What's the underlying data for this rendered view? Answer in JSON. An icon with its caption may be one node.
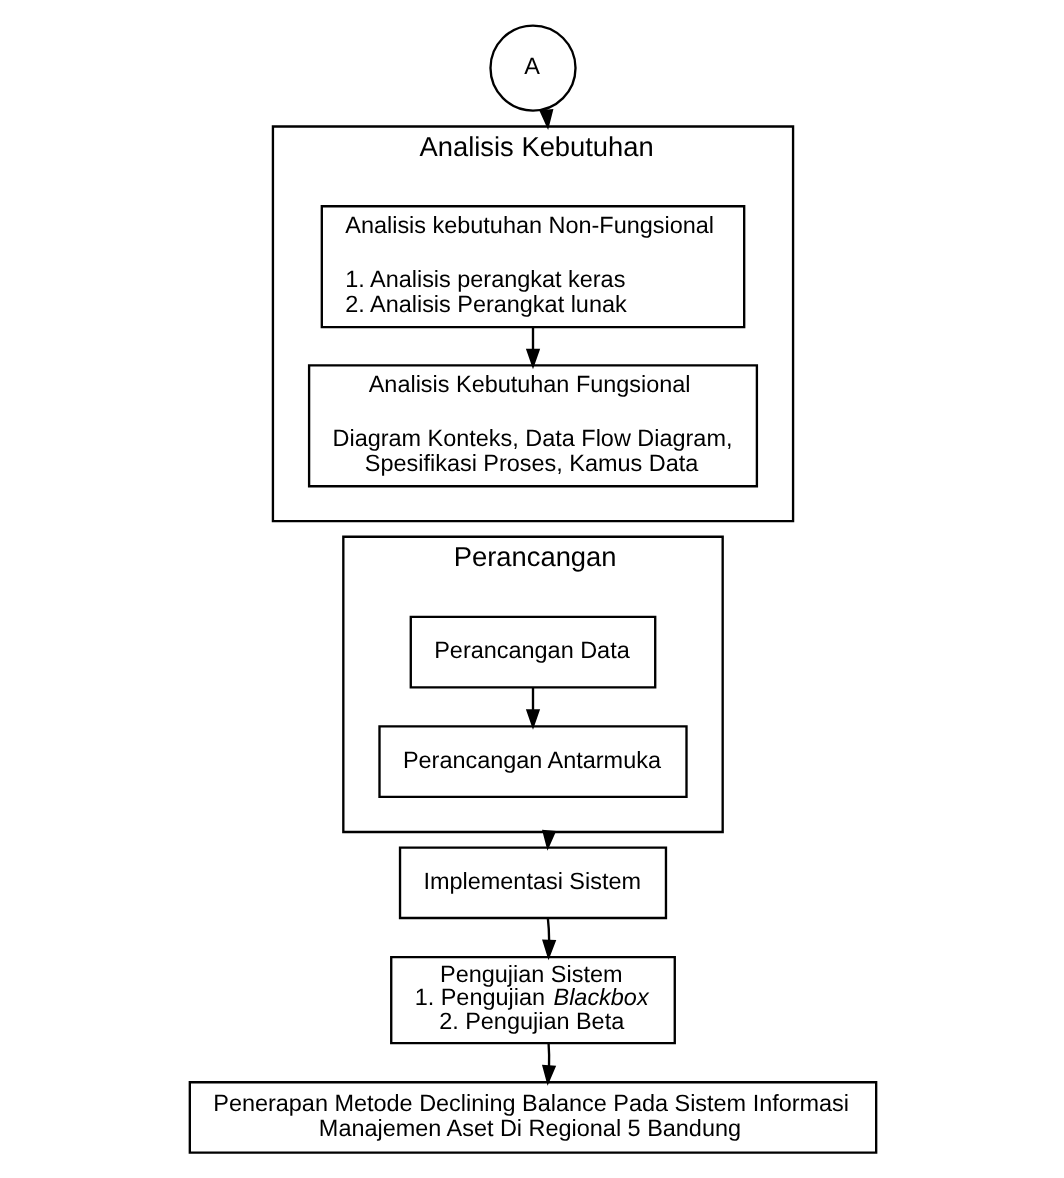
{
  "diagram": {
    "nodes": [
      {
        "text": [
          "A"
        ]
      },
      {
        "text": [
          "Analisis Kebutuhan"
        ]
      },
      {
        "text": [
          "Analisis kebutuhan Non-Fungsional",
          "1. Analisis perangkat keras",
          "2. Analisis Perangkat lunak"
        ],
        "in": 1
      },
      {
        "text": [
          "Analisis Kebutuhan Fungsional",
          "Diagram Konteks, Data Flow Diagram, Spesifikasi Proses, Kamus Data"
        ],
        "in": 1
      },
      {
        "text": [
          "Perancangan"
        ]
      },
      {
        "text": [
          "Perancangan Data"
        ],
        "in": 4
      },
      {
        "text": [
          "Perancangan Antarmuka"
        ],
        "in": 4
      },
      {
        "text": [
          "Implementasi Sistem"
        ]
      },
      {
        "text": [
          "Pengujian Sistem",
          "1. Pengujian *Blackbox*",
          "2. Pengujian Beta"
        ]
      },
      {
        "text": [
          "Penerapan Metode Declining Balance Pada Sistem Informasi Manajemen Aset Di Regional 5 Bandung"
        ]
      }
    ],
    "edges": [
      {
        "from": 0,
        "to": 1,
        "arrow": "to"
      },
      {
        "from": 2,
        "to": 3,
        "arrow": "to"
      },
      {
        "from": 5,
        "to": 6,
        "arrow": "to"
      },
      {
        "from": 4,
        "to": 7,
        "arrow": "to"
      },
      {
        "from": 7,
        "to": 8,
        "arrow": "to"
      },
      {
        "from": 8,
        "to": 9,
        "arrow": "to"
      }
    ]
  }
}
